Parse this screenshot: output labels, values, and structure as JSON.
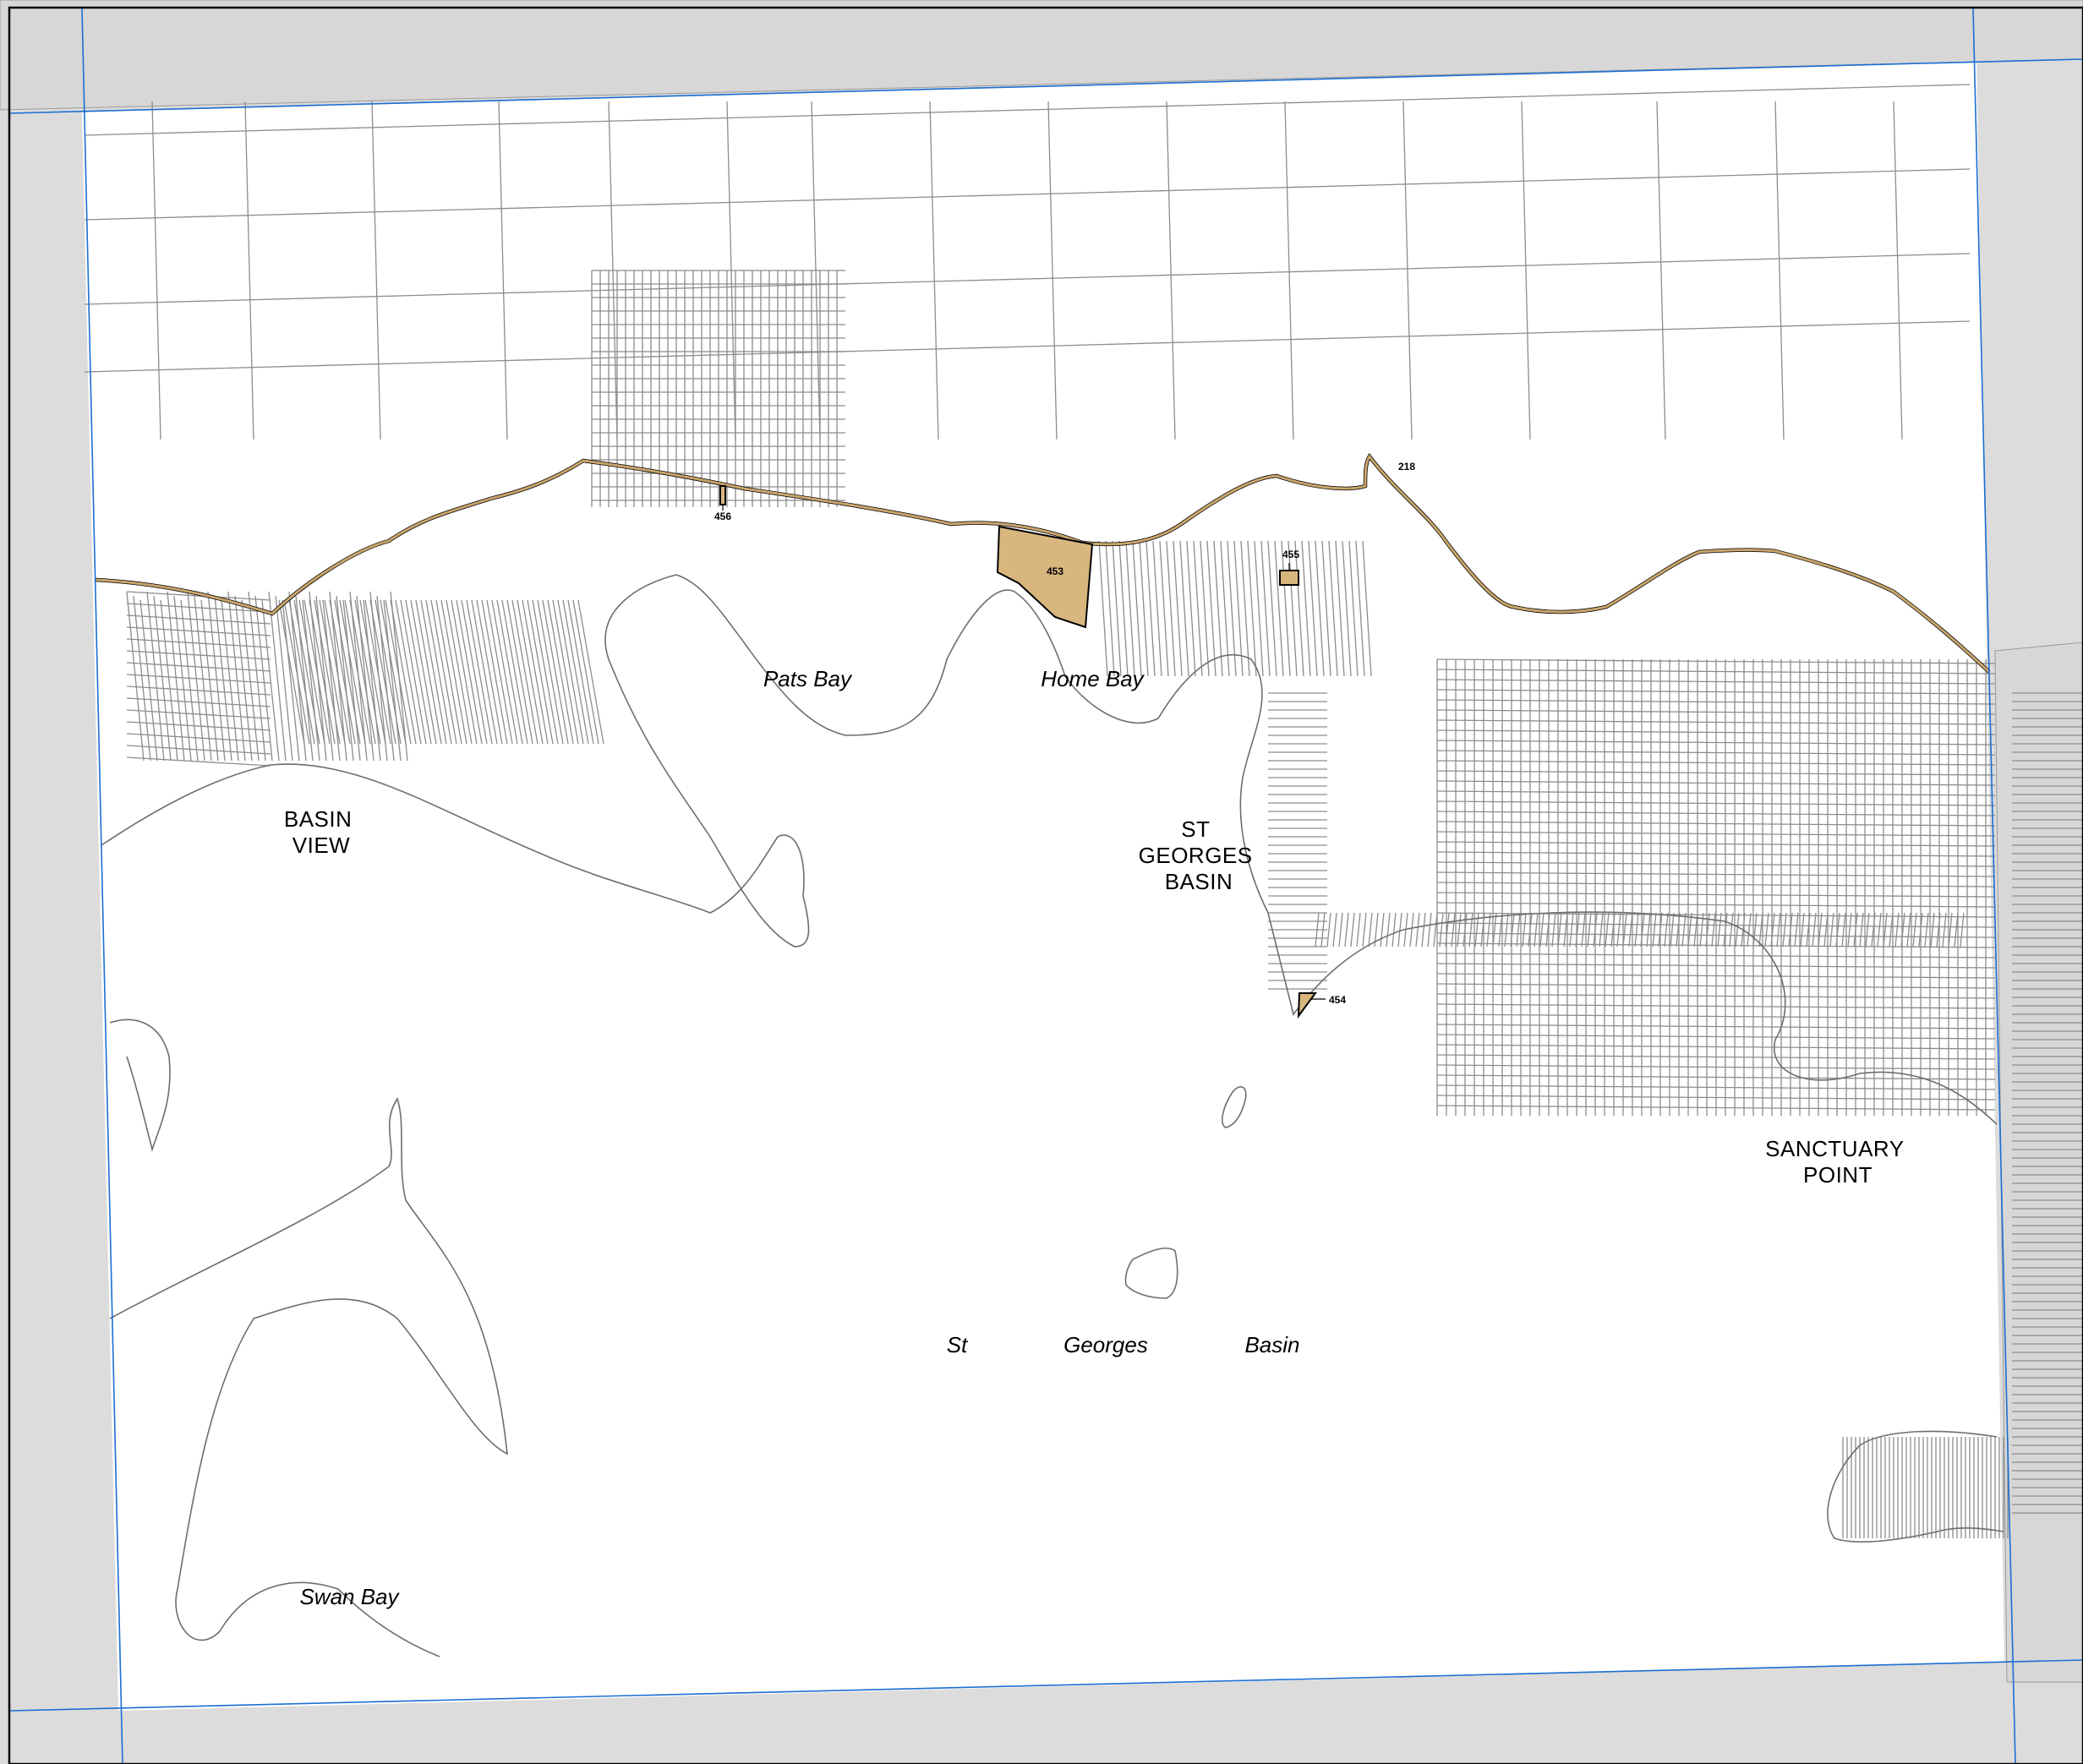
{
  "colors": {
    "outside": "#dcdcdc",
    "frame_border": "#000000",
    "sheet_edge": "#1a6fd4",
    "parcel_line": "#8c8c8c",
    "shore_line": "#6e6e6e",
    "highlight_fill": "#d8b67e",
    "road_fill": "#c9a56b"
  },
  "suburbs": [
    {
      "lines": [
        "BASIN",
        "VIEW"
      ]
    },
    {
      "lines": [
        "ST",
        "GEORGES",
        "BASIN"
      ]
    },
    {
      "lines": [
        "SANCTUARY",
        "POINT"
      ]
    }
  ],
  "water_labels": {
    "pats_bay": "Pats Bay",
    "home_bay": "Home Bay",
    "swan_bay": "Swan Bay",
    "lake_st": "St",
    "lake_georges": "Georges",
    "lake_basin": "Basin"
  },
  "lots": {
    "lot_453": "453",
    "lot_454": "454",
    "lot_455": "455",
    "lot_456": "456",
    "lot_218": "218"
  },
  "icons": {
    "lot_pointer": "leader-line-icon"
  }
}
